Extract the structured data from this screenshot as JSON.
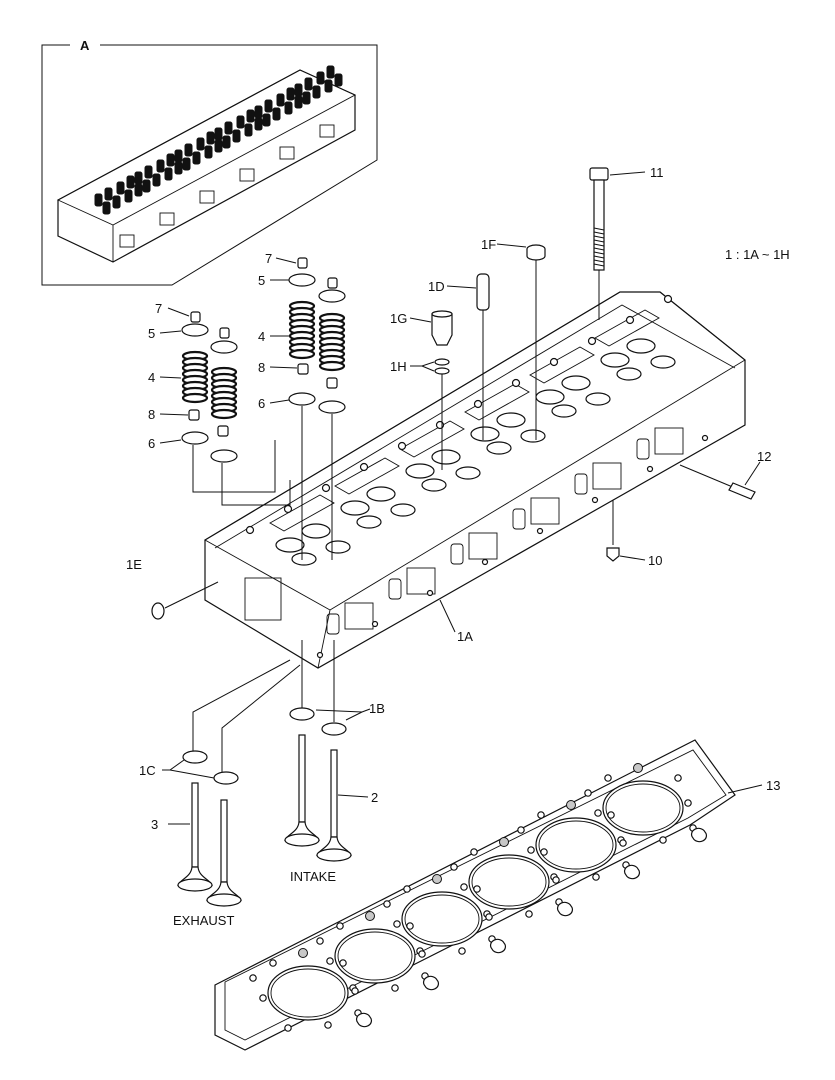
{
  "diagram": {
    "inset_label": "A",
    "ratio_note": "1 : 1A ~ 1H",
    "group_labels": {
      "intake": "INTAKE",
      "exhaust": "EXHAUST"
    },
    "callouts": {
      "c11": "11",
      "c1F": "1F",
      "c1D": "1D",
      "c1G": "1G",
      "c1H": "1H",
      "c7a": "7",
      "c5a": "5",
      "c4a": "4",
      "c8a": "8",
      "c6a": "6",
      "c7b": "7",
      "c5b": "5",
      "c4b": "4",
      "c8b": "8",
      "c6b": "6",
      "c12": "12",
      "c10": "10",
      "c1E": "1E",
      "c1A": "1A",
      "c1B": "1B",
      "c1C": "1C",
      "c2": "2",
      "c3": "3",
      "c13": "13"
    }
  }
}
